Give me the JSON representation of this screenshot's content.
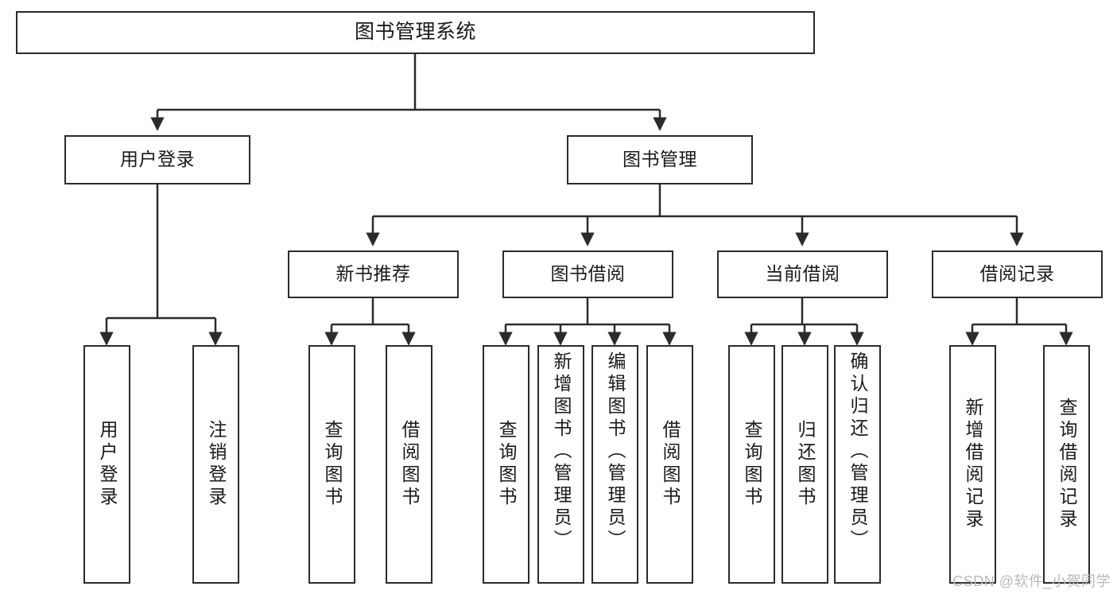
{
  "diagram": {
    "title": "图书管理系统",
    "type": "functional-decomposition-tree",
    "root": {
      "label": "图书管理系统"
    },
    "level2": [
      {
        "label": "用户登录"
      },
      {
        "label": "图书管理"
      }
    ],
    "level3": [
      {
        "label": "新书推荐"
      },
      {
        "label": "图书借阅"
      },
      {
        "label": "当前借阅"
      },
      {
        "label": "借阅记录"
      }
    ],
    "leaves": {
      "user_login": [
        {
          "label": "用户登录"
        },
        {
          "label": "注销登录"
        }
      ],
      "new_book_recommend": [
        {
          "label": "查询图书"
        },
        {
          "label": "借阅图书"
        }
      ],
      "book_borrow": [
        {
          "label": "查询图书"
        },
        {
          "label": "新增图书（管理员）"
        },
        {
          "label": "编辑图书（管理员）"
        },
        {
          "label": "借阅图书"
        }
      ],
      "current_borrow": [
        {
          "label": "查询图书"
        },
        {
          "label": "归还图书"
        },
        {
          "label": "确认归还（管理员）"
        }
      ],
      "borrow_record": [
        {
          "label": "新增借阅记录"
        },
        {
          "label": "查询借阅记录"
        }
      ]
    },
    "watermark": "CSDN @软件_小贺同学",
    "colors": {
      "border": "#2b2b2b",
      "background": "#ffffff",
      "text": "#1a1a1a",
      "connector": "#2b2b2b",
      "watermark": "#b9b9b9"
    }
  }
}
